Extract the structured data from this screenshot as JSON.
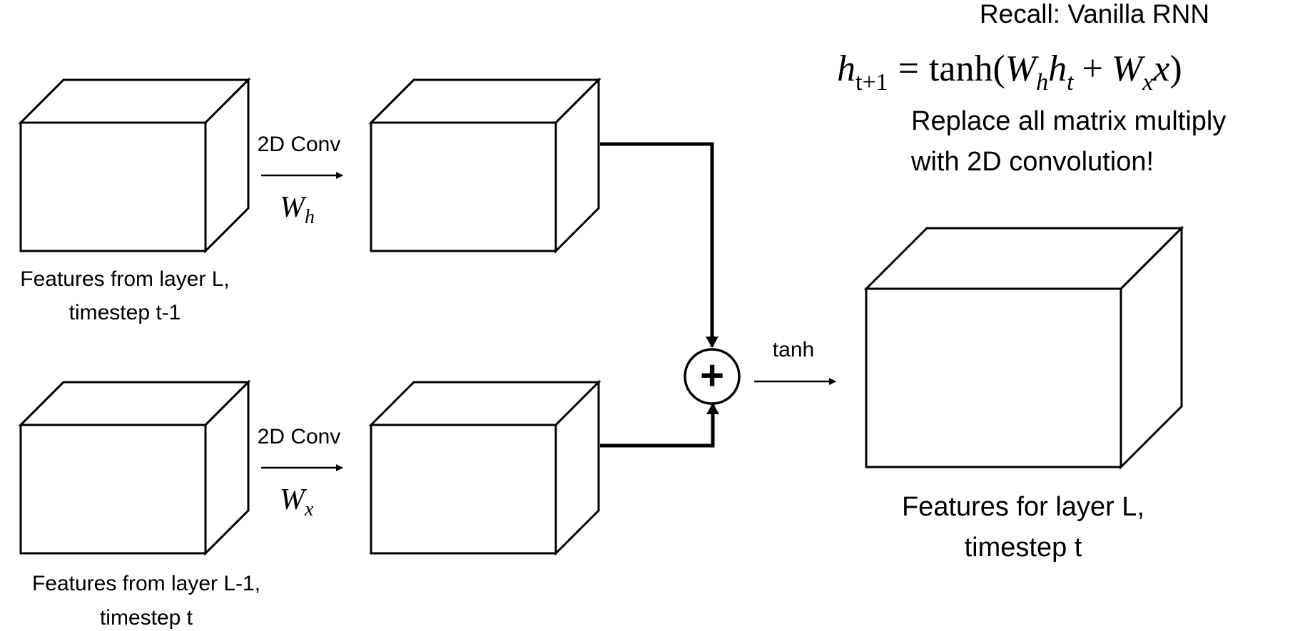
{
  "input_h": {
    "caption_line1": "Features from layer L,",
    "caption_line2": "timestep t-1"
  },
  "input_x": {
    "caption_line1": "Features from layer L-1,",
    "caption_line2": "timestep t"
  },
  "conv_h": {
    "label": "2D Conv",
    "weight_base": "W",
    "weight_sub": "h"
  },
  "conv_x": {
    "label": "2D Conv",
    "weight_base": "W",
    "weight_sub": "x"
  },
  "sum": {
    "symbol": "+",
    "activation": "tanh"
  },
  "output": {
    "caption_line1": "Features for layer L,",
    "caption_line2": "timestep t"
  },
  "recall": {
    "title": "Recall: Vanilla RNN",
    "note_line1": "Replace all matrix multiply",
    "note_line2": "with 2D convolution!"
  },
  "equation": {
    "lhs_base": "h",
    "lhs_sub": "t+1",
    "equals": "=",
    "func": "tanh(",
    "w1_base": "W",
    "w1_sub": "h",
    "h_base": "h",
    "h_sub": "t",
    "plus": "+",
    "w2_base": "W",
    "w2_sub": "x",
    "x_var": "x",
    "close": ")"
  }
}
